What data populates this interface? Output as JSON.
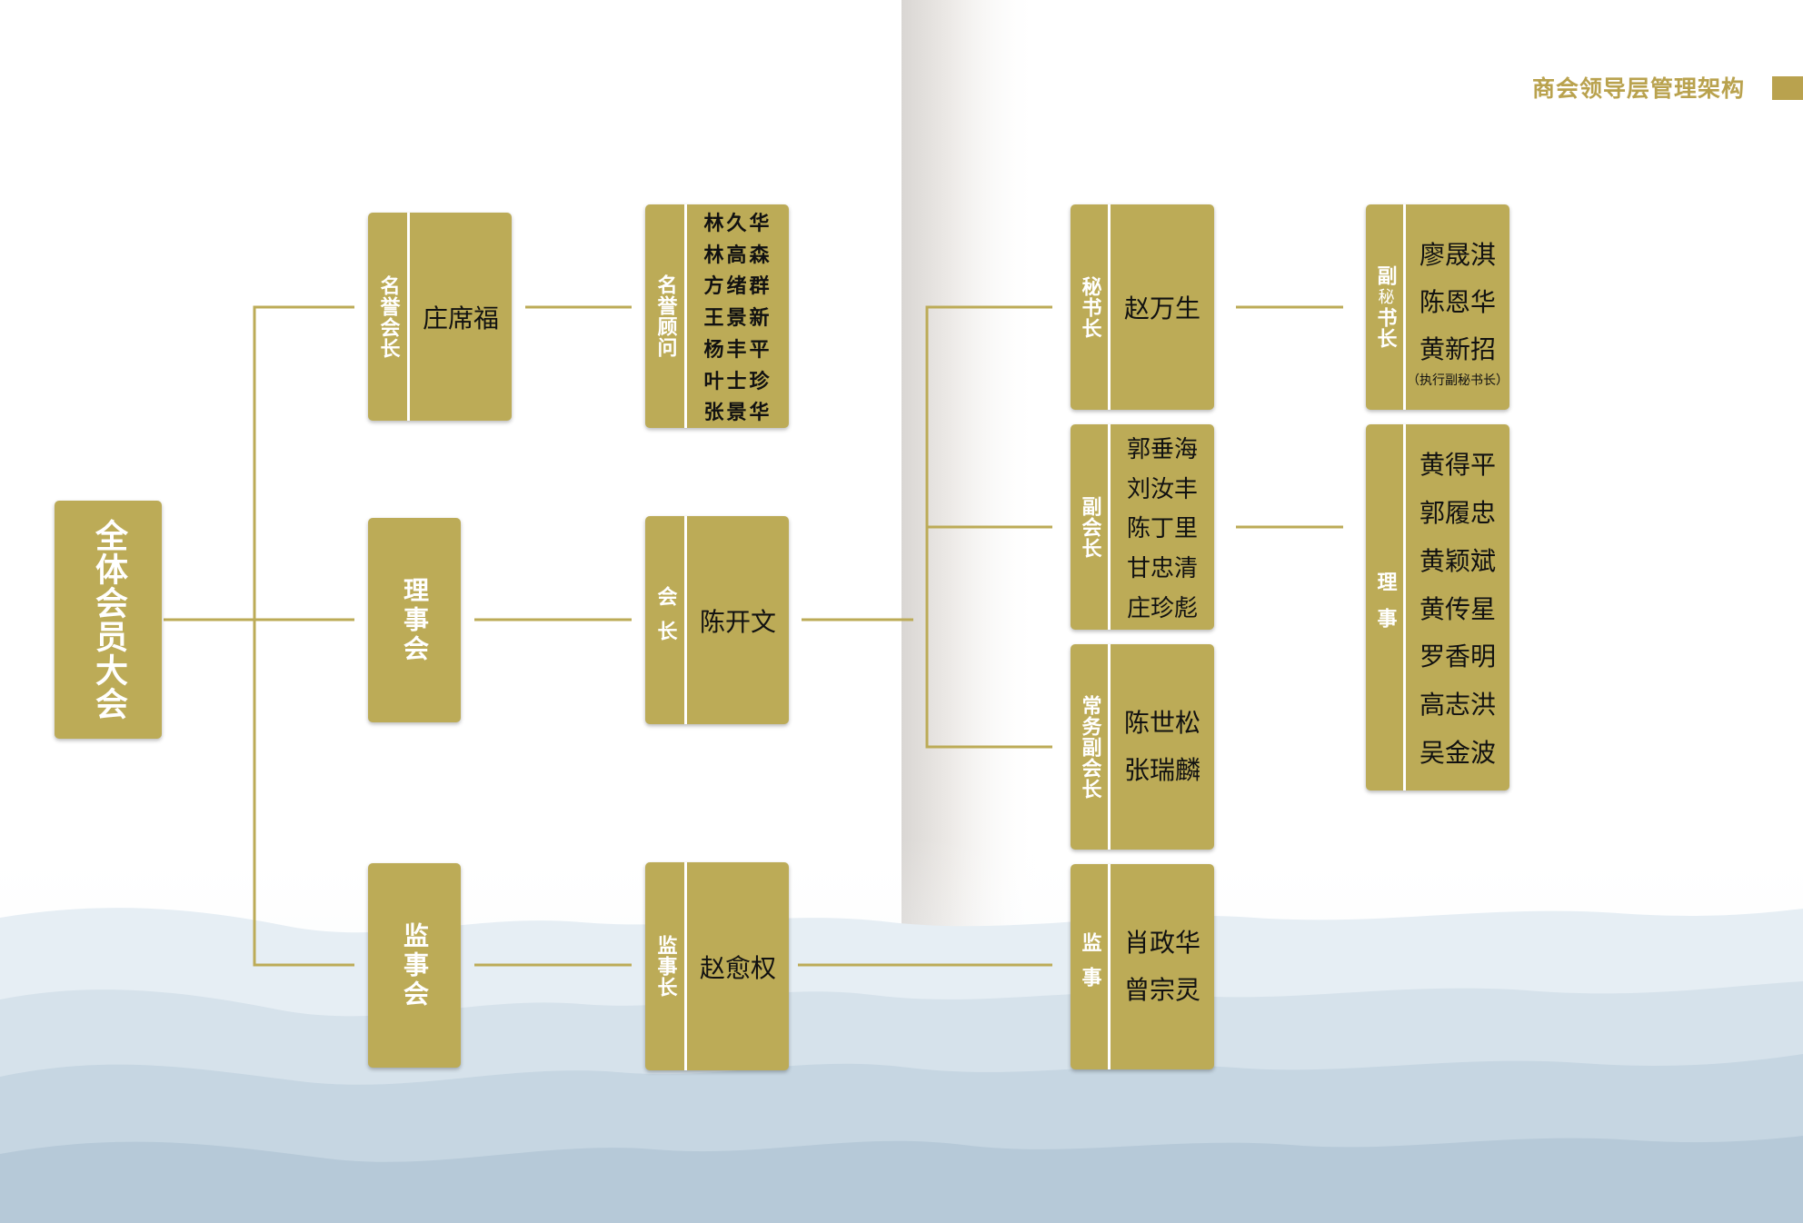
{
  "header": {
    "title": "商会领导层管理架构"
  },
  "root": {
    "label": "全体会员大会"
  },
  "council": {
    "label": "理事会"
  },
  "supervisory_board": {
    "label": "监事会"
  },
  "honorary_president": {
    "label": "名誉会长",
    "name": "庄席福"
  },
  "honorary_advisors": {
    "label": "名誉顾问",
    "names": [
      "林久华",
      "林高森",
      "方绪群",
      "王景新",
      "杨丰平",
      "叶士珍",
      "张景华"
    ]
  },
  "president": {
    "label": "会长",
    "name": "陈开文"
  },
  "chief_supervisor": {
    "label": "监事长",
    "name": "赵愈权"
  },
  "secretary_general": {
    "label": "秘书长",
    "name": "赵万生"
  },
  "vice_presidents": {
    "label": "副会长",
    "names": [
      "郭垂海",
      "刘汝丰",
      "陈丁里",
      "甘忠清",
      "庄珍彪"
    ]
  },
  "executive_vice_presidents": {
    "label": "常务副会长",
    "names": [
      "陈世松",
      "张瑞麟"
    ]
  },
  "supervisors": {
    "label": "监事",
    "names": [
      "肖政华",
      "曾宗灵"
    ]
  },
  "deputy_secretaries": {
    "label_line1": "副",
    "label_line2": "秘",
    "label_line3": "书长",
    "names": [
      "廖晟淇",
      "陈恩华",
      "黄新招"
    ],
    "note": "（执行副秘书长）"
  },
  "directors": {
    "label": "理事",
    "names": [
      "黄得平",
      "郭履忠",
      "黄颖斌",
      "黄传星",
      "罗香明",
      "高志洪",
      "吴金波"
    ]
  },
  "colors": {
    "accent": "#bcab57",
    "title": "#b9a24e"
  }
}
